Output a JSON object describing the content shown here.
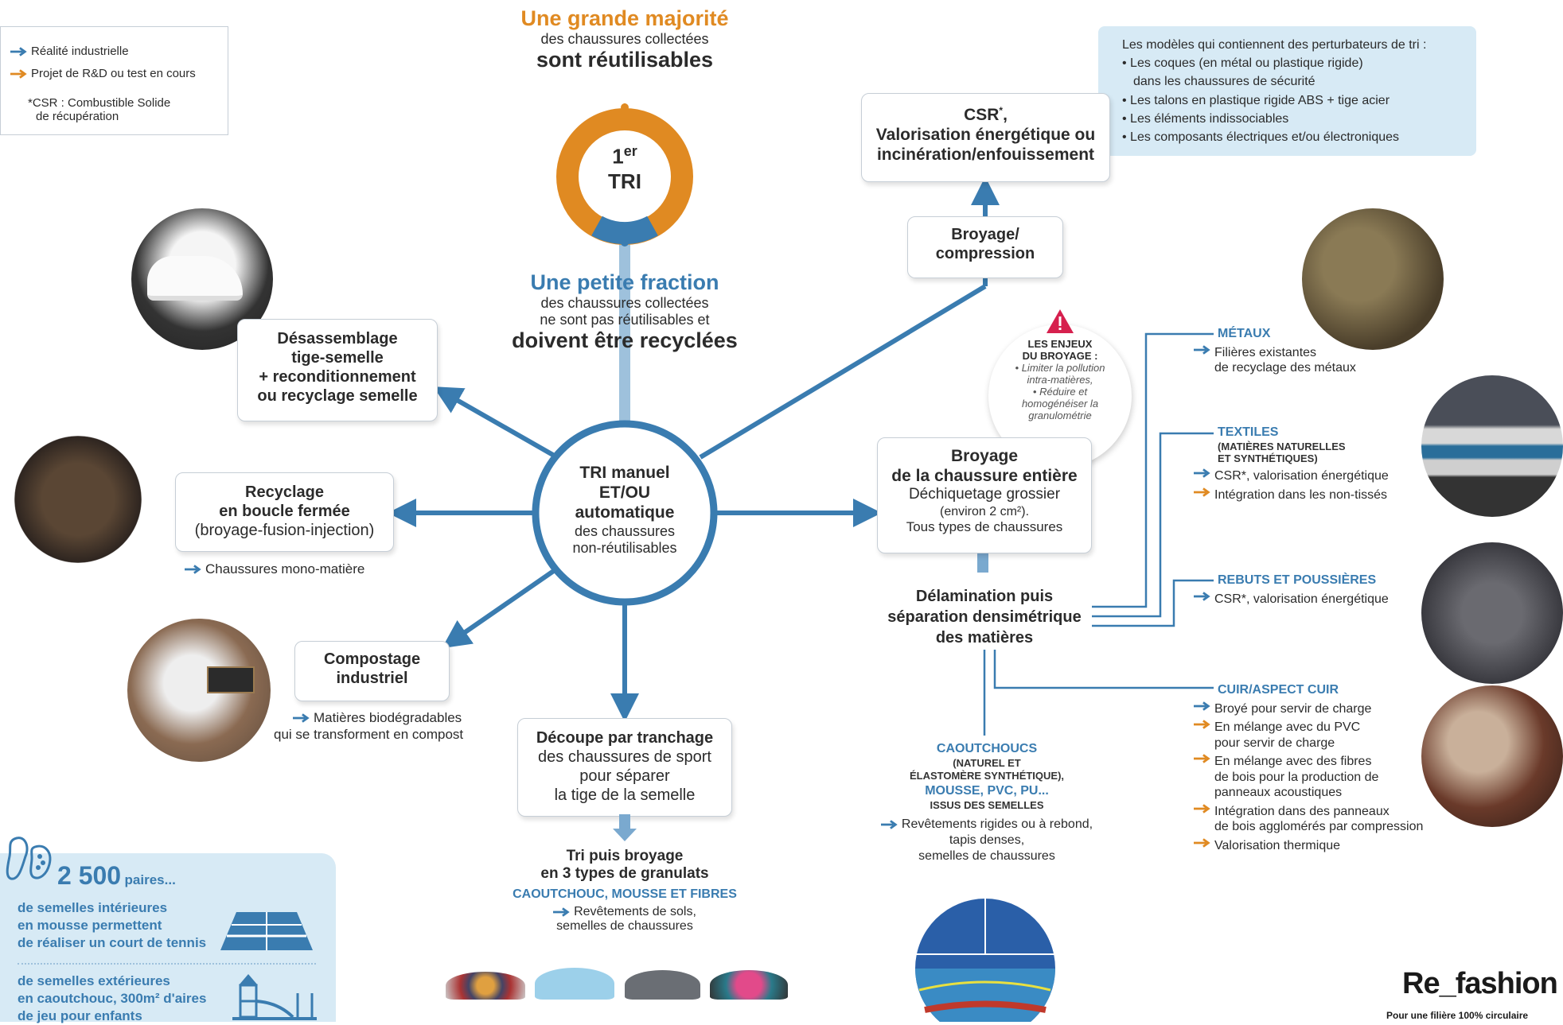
{
  "legend": {
    "item1": "Réalité industrielle",
    "item2": "Projet de R&D ou test en cours",
    "note1": "*CSR : Combustible Solide",
    "note2": "de récupération"
  },
  "top": {
    "line1": "Une grande majorité",
    "line2": "des chaussures collectées",
    "line3": "sont réutilisables"
  },
  "ring": {
    "line1": "1",
    "sup": "er",
    "line2": "TRI"
  },
  "fraction": {
    "line1": "Une petite fraction",
    "line2": "des chaussures collectées",
    "line3": "ne sont pas réutilisables et",
    "line4": "doivent être recyclées"
  },
  "center": {
    "line1": "TRI manuel",
    "line2": "ET/OU",
    "line3": "automatique",
    "line4": "des chaussures",
    "line5": "non-réutilisables"
  },
  "disassembly": {
    "line1": "Désassemblage",
    "line2": "tige-semelle",
    "line3": "+ reconditionnement",
    "line4": "ou recyclage semelle"
  },
  "closed_loop": {
    "line1": "Recyclage",
    "line2": "en boucle fermée",
    "line3": "(broyage-fusion-injection)",
    "note": "Chaussures mono-matière"
  },
  "compost": {
    "line1": "Compostage",
    "line2": "industriel",
    "note1": "Matières biodégradables",
    "note2": "qui se transforment en compost"
  },
  "cutting": {
    "line1": "Découpe par tranchage",
    "line2": "des chaussures de sport",
    "line3": "pour séparer",
    "line4": "la tige de la semelle"
  },
  "granulates": {
    "line1": "Tri puis broyage",
    "line2": "en 3 types de granulats",
    "line3": "CAOUTCHOUC, MOUSSE ET FIBRES",
    "note1": "Revêtements de sols,",
    "note2": "semelles de chaussures"
  },
  "csr": {
    "line1": "CSR",
    "sup": "*",
    "line1b": ",",
    "line2": "Valorisation énergétique ou",
    "line3": "incinération/enfouissement"
  },
  "disruptors": {
    "title": "Les modèles qui contiennent des perturbateurs de tri :",
    "items": [
      "Les coques (en métal ou plastique rigide)",
      "dans les chaussures de sécurité",
      "Les talons en plastique rigide ABS + tige acier",
      "Les éléments indissociables",
      "Les composants électriques et/ou électroniques"
    ]
  },
  "grinding": {
    "line1": "Broyage/",
    "line2": "compression"
  },
  "issues": {
    "title1": "LES ENJEUX",
    "title2": "DU BROYAGE :",
    "l1": "• Limiter la pollution",
    "l2": "intra-matières,",
    "l3": "• Réduire et",
    "l4": "homogénéiser la",
    "l5": "granulométrie"
  },
  "whole_shoe": {
    "line1": "Broyage",
    "line2": "de la chaussure entière",
    "line3": "Déchiquetage grossier",
    "line4": "(environ 2 cm²).",
    "line5": "Tous types de chaussures"
  },
  "delamination": {
    "line1": "Délamination puis",
    "line2": "séparation densimétrique",
    "line3": "des matières"
  },
  "metals": {
    "title": "MÉTAUX",
    "l1": "Filières existantes",
    "l2": "de recyclage des métaux"
  },
  "textiles": {
    "title": "TEXTILES",
    "sub1": "(MATIÈRES NATURELLES",
    "sub2": "ET SYNTHÉTIQUES)",
    "l1": "CSR*, valorisation énergétique",
    "l2": "Intégration dans les non-tissés"
  },
  "waste": {
    "title": "REBUTS ET POUSSIÈRES",
    "l1": "CSR*, valorisation énergétique"
  },
  "leather": {
    "title": "CUIR/ASPECT CUIR",
    "l1": "Broyé pour servir de charge",
    "l2a": "En mélange avec du PVC",
    "l2b": "pour servir de charge",
    "l3a": "En mélange avec des fibres",
    "l3b": "de bois pour la production de",
    "l3c": "panneaux acoustiques",
    "l4a": "Intégration dans des panneaux",
    "l4b": "de bois agglomérés par compression",
    "l5": "Valorisation thermique"
  },
  "rubber": {
    "t1": "CAOUTCHOUCS",
    "t2": "(NATUREL ET",
    "t3": "ÉLASTOMÈRE SYNTHÉTIQUE),",
    "t4": "MOUSSE, PVC, PU...",
    "t5": "ISSUS DES SEMELLES",
    "l1": "Revêtements rigides ou à rebond,",
    "l2": "tapis denses,",
    "l3": "semelles de chaussures"
  },
  "info": {
    "big": "2 500",
    "pairs": "paires...",
    "a1": "de semelles intérieures",
    "a2": "en mousse permettent",
    "a3": "de réaliser un court de tennis",
    "b1": "de semelles extérieures",
    "b2": "en caoutchouc, 300m² d'aires",
    "b3": "de jeu pour enfants"
  },
  "brand": {
    "logo": "Re_fashion",
    "tagline": "Pour une filière 100% circulaire"
  },
  "colors": {
    "blue": "#3a7cb0",
    "orange": "#e08a22",
    "lightblue": "#d7eaf5"
  }
}
